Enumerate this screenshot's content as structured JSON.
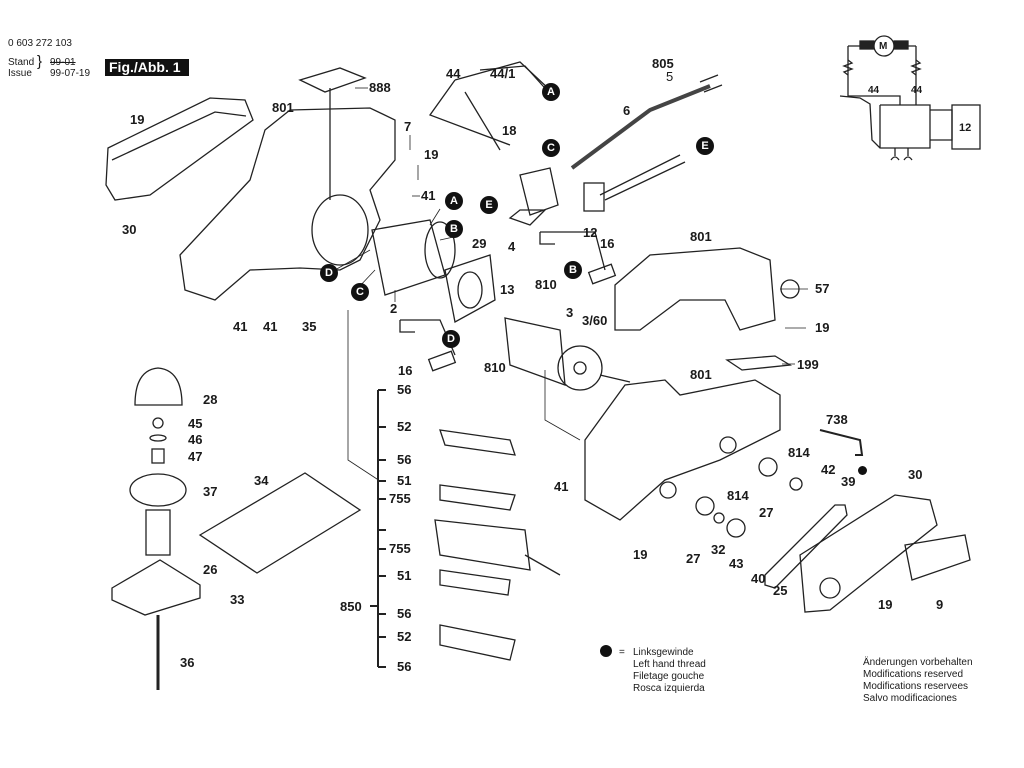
{
  "header": {
    "part_number": "0 603 272 103",
    "stand_label": "Stand",
    "issue_label": "Issue",
    "stand_value": "99-01",
    "issue_value": "99-07-19",
    "figure_label": "Fig./Abb. 1"
  },
  "callouts": {
    "A": "A",
    "B": "B",
    "C": "C",
    "D": "D",
    "E": "E"
  },
  "part_labels": [
    {
      "id": "p19a",
      "text": "19"
    },
    {
      "id": "p30a",
      "text": "30"
    },
    {
      "id": "p801a",
      "text": "801"
    },
    {
      "id": "p888",
      "text": "888"
    },
    {
      "id": "p7",
      "text": "7"
    },
    {
      "id": "p19b",
      "text": "19"
    },
    {
      "id": "p41a",
      "text": "41"
    },
    {
      "id": "p41b",
      "text": "41"
    },
    {
      "id": "p41c",
      "text": "41"
    },
    {
      "id": "p35",
      "text": "35"
    },
    {
      "id": "p44",
      "text": "44"
    },
    {
      "id": "p441",
      "text": "44/1"
    },
    {
      "id": "p18",
      "text": "18"
    },
    {
      "id": "p4",
      "text": "4"
    },
    {
      "id": "p805",
      "text": "805"
    },
    {
      "id": "p5",
      "text": "5"
    },
    {
      "id": "p6",
      "text": "6"
    },
    {
      "id": "p12",
      "text": "12"
    },
    {
      "id": "p2",
      "text": "2"
    },
    {
      "id": "p29",
      "text": "29"
    },
    {
      "id": "p16a",
      "text": "16"
    },
    {
      "id": "p810a",
      "text": "810"
    },
    {
      "id": "p13",
      "text": "13"
    },
    {
      "id": "p3",
      "text": "3"
    },
    {
      "id": "p360",
      "text": "3/60"
    },
    {
      "id": "p16b",
      "text": "16"
    },
    {
      "id": "p810b",
      "text": "810"
    },
    {
      "id": "p801b",
      "text": "801"
    },
    {
      "id": "p57",
      "text": "57"
    },
    {
      "id": "p19c",
      "text": "19"
    },
    {
      "id": "p199",
      "text": "199"
    },
    {
      "id": "p801c",
      "text": "801"
    },
    {
      "id": "p738",
      "text": "738"
    },
    {
      "id": "p814a",
      "text": "814"
    },
    {
      "id": "p42",
      "text": "42"
    },
    {
      "id": "p39",
      "text": "39"
    },
    {
      "id": "p814b",
      "text": "814"
    },
    {
      "id": "p27a",
      "text": "27"
    },
    {
      "id": "p41d",
      "text": "41"
    },
    {
      "id": "p19d",
      "text": "19"
    },
    {
      "id": "p27b",
      "text": "27"
    },
    {
      "id": "p32",
      "text": "32"
    },
    {
      "id": "p43",
      "text": "43"
    },
    {
      "id": "p40",
      "text": "40"
    },
    {
      "id": "p25",
      "text": "25"
    },
    {
      "id": "p30b",
      "text": "30"
    },
    {
      "id": "p19e",
      "text": "19"
    },
    {
      "id": "p9",
      "text": "9"
    },
    {
      "id": "p28",
      "text": "28"
    },
    {
      "id": "p45",
      "text": "45"
    },
    {
      "id": "p46",
      "text": "46"
    },
    {
      "id": "p47",
      "text": "47"
    },
    {
      "id": "p37",
      "text": "37"
    },
    {
      "id": "p34",
      "text": "34"
    },
    {
      "id": "p26",
      "text": "26"
    },
    {
      "id": "p33",
      "text": "33"
    },
    {
      "id": "p36",
      "text": "36"
    }
  ],
  "blade_group": {
    "group_label": "850",
    "items": [
      "56",
      "52",
      "56",
      "51",
      "755",
      "755",
      "51",
      "56",
      "52",
      "56"
    ]
  },
  "wiring": {
    "motor_label": "M",
    "lead_left": "44",
    "lead_right": "44",
    "box_label": "12"
  },
  "legend": {
    "symbol": "=",
    "lines": [
      "Linksgewinde",
      "Left hand thread",
      "Filetage gouche",
      "Rosca izquierda"
    ]
  },
  "notice": {
    "lines": [
      "Änderungen vorbehalten",
      "Modifications reserved",
      "Modifications reservees",
      "Salvo modificaciones"
    ]
  }
}
